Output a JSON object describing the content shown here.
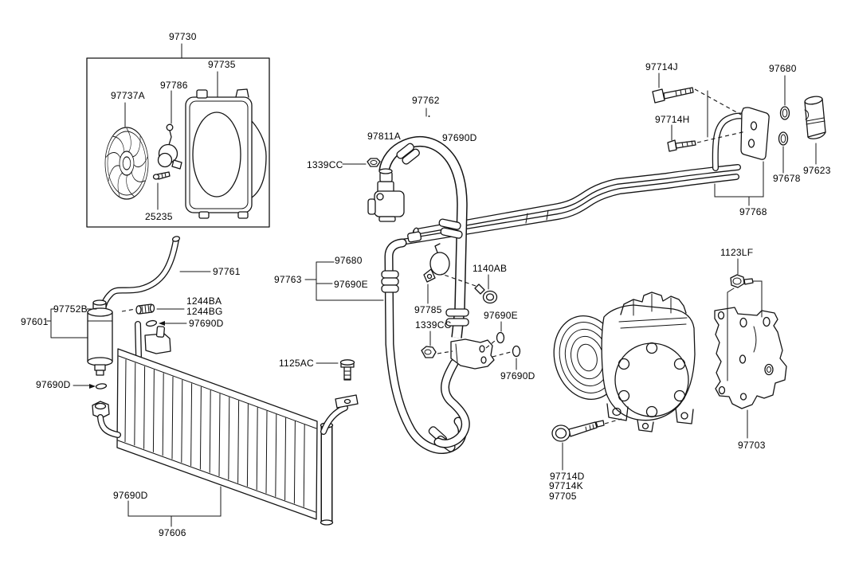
{
  "diagram": {
    "background": "#ffffff",
    "line_color": "#141414",
    "text_color": "#000000",
    "labels": [
      {
        "id": "fan-assembly",
        "text": "97730"
      },
      {
        "id": "fan-shroud",
        "text": "97735"
      },
      {
        "id": "fan-motor",
        "text": "97786"
      },
      {
        "id": "fan-blade",
        "text": "97737A"
      },
      {
        "id": "motor-screw",
        "text": "25235"
      },
      {
        "id": "drier-hose",
        "text": "97761"
      },
      {
        "id": "drier-desiccant",
        "text": "97752B"
      },
      {
        "id": "receiver-drier",
        "text": "97601"
      },
      {
        "id": "charge-valve-a",
        "text": "1244BA"
      },
      {
        "id": "charge-valve-b",
        "text": "1244BG"
      },
      {
        "id": "oring-valve",
        "text": "97690D"
      },
      {
        "id": "oring-condenser-left",
        "text": "97690D"
      },
      {
        "id": "condenser-bolt",
        "text": "1125AC"
      },
      {
        "id": "oring-condenser-bottom",
        "text": "97690D"
      },
      {
        "id": "condenser",
        "text": "97606"
      },
      {
        "id": "hose-assembly",
        "text": "97762"
      },
      {
        "id": "service-valve",
        "text": "97811A"
      },
      {
        "id": "suction-hose",
        "text": "97690D"
      },
      {
        "id": "nut-top",
        "text": "1339CC"
      },
      {
        "id": "liquid-tube-group",
        "text": "97763"
      },
      {
        "id": "tube-oring-a",
        "text": "97680"
      },
      {
        "id": "tube-oring-b",
        "text": "97690E"
      },
      {
        "id": "bolt-1140ab",
        "text": "1140AB"
      },
      {
        "id": "hose-clamp",
        "text": "97785"
      },
      {
        "id": "nut-bottom",
        "text": "1339CC"
      },
      {
        "id": "oring-e2",
        "text": "97690E"
      },
      {
        "id": "oring-d4",
        "text": "97690D"
      },
      {
        "id": "bolt-97714j",
        "text": "97714J"
      },
      {
        "id": "oring-97680b",
        "text": "97680"
      },
      {
        "id": "bolt-97714h",
        "text": "97714H"
      },
      {
        "id": "filter-97623",
        "text": "97623"
      },
      {
        "id": "oring-97678",
        "text": "97678"
      },
      {
        "id": "tube-assembly",
        "text": "97768"
      },
      {
        "id": "bolt-1123lf",
        "text": "1123LF"
      },
      {
        "id": "compressor-bracket",
        "text": "97703"
      },
      {
        "id": "bolt-97714d",
        "text": "97714D"
      },
      {
        "id": "bolt-97714k",
        "text": "97714K"
      },
      {
        "id": "compressor",
        "text": "97705"
      }
    ]
  }
}
